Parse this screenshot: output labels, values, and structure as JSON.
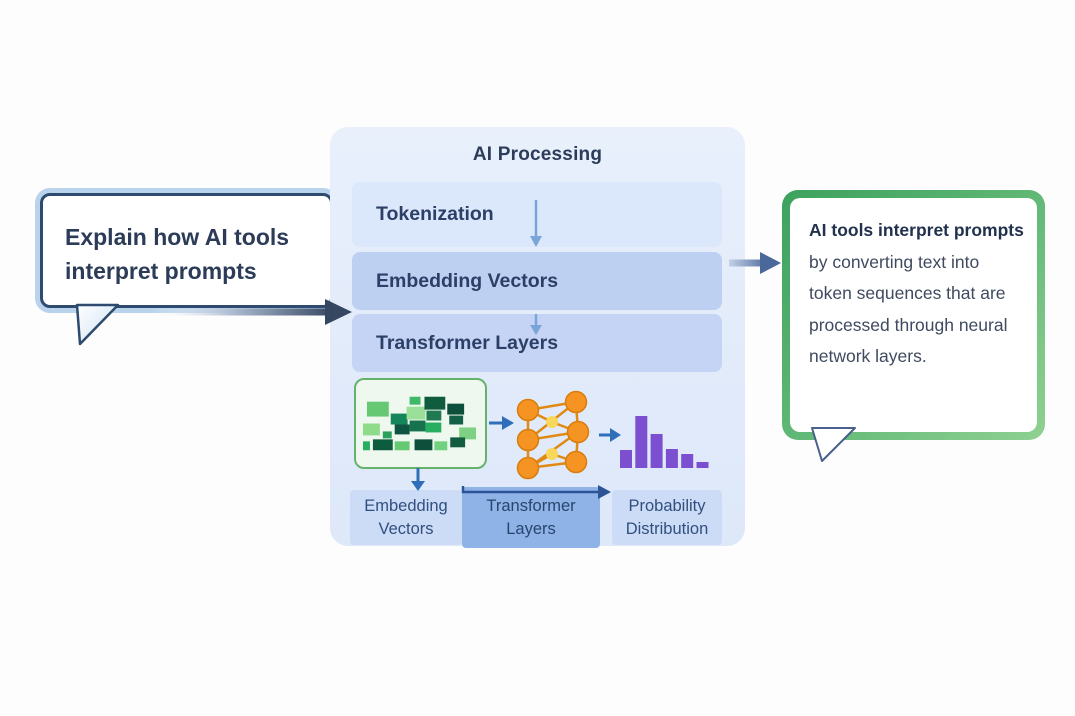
{
  "canvas": {
    "bg": "#fdfdfe"
  },
  "prompt_bubble": {
    "text": "Explain how AI tools interpret prompts"
  },
  "ai_panel": {
    "title": "AI Processing",
    "stages": [
      {
        "label": "Tokenization"
      },
      {
        "label": "Embedding Vectors"
      },
      {
        "label": "Transformer Layers"
      }
    ],
    "outputs": [
      {
        "label": "Embedding Vectors"
      },
      {
        "label": "Transformer Layers"
      },
      {
        "label": "Probability Distribution"
      }
    ]
  },
  "response_bubble": {
    "bold_text": "AI tools interpret prompts",
    "regular_text": " by converting text into token sequences that are processed through neural network layers."
  },
  "icons": {
    "embedding_matrix": {
      "bg": "#eef8ee",
      "border": "#65b26c",
      "cells": [
        [
          4,
          10,
          22,
          15,
          "#66c873"
        ],
        [
          0,
          32,
          17,
          12,
          "#8edc8a"
        ],
        [
          20,
          40,
          9,
          7,
          "#2aa05c"
        ],
        [
          10,
          48,
          20,
          11,
          "#0d5c3e"
        ],
        [
          32,
          50,
          15,
          9,
          "#66c873"
        ],
        [
          28,
          22,
          17,
          11,
          "#14865a"
        ],
        [
          32,
          33,
          15,
          10,
          "#0f5440"
        ],
        [
          44,
          15,
          19,
          13,
          "#9be09a"
        ],
        [
          47,
          29,
          16,
          11,
          "#17734e"
        ],
        [
          52,
          48,
          18,
          11,
          "#0d4f3b"
        ],
        [
          62,
          5,
          21,
          13,
          "#0f5c3e"
        ],
        [
          64,
          19,
          15,
          10,
          "#1f7a52"
        ],
        [
          63,
          31,
          16,
          10,
          "#27ae60"
        ],
        [
          72,
          50,
          13,
          9,
          "#72d17e"
        ],
        [
          85,
          12,
          17,
          11,
          "#0d4f3b"
        ],
        [
          87,
          24,
          14,
          9,
          "#146046"
        ],
        [
          97,
          36,
          17,
          12,
          "#7ed183"
        ],
        [
          88,
          46,
          15,
          10,
          "#145c40"
        ],
        [
          47,
          5,
          11,
          8,
          "#40b86a"
        ],
        [
          0,
          50,
          7,
          9,
          "#27ae60"
        ]
      ]
    },
    "neural_network": {
      "node_color": "#f59422",
      "node_stroke": "#d97d0c",
      "hidden_node_color": "#f8d75a",
      "edge_color": "#e08a14",
      "nodes": [
        [
          16,
          28,
          10.5,
          "main"
        ],
        [
          16,
          58,
          10.5,
          "main"
        ],
        [
          16,
          86,
          10.5,
          "main"
        ],
        [
          64,
          20,
          10.5,
          "main"
        ],
        [
          66,
          50,
          10.5,
          "main"
        ],
        [
          64,
          80,
          10.5,
          "main"
        ],
        [
          40,
          40,
          6,
          "hidden"
        ],
        [
          40,
          72,
          6,
          "hidden"
        ]
      ],
      "edges": [
        [
          0,
          3
        ],
        [
          1,
          3
        ],
        [
          1,
          4
        ],
        [
          2,
          4
        ],
        [
          2,
          5
        ],
        [
          0,
          6
        ],
        [
          6,
          4
        ],
        [
          2,
          7
        ],
        [
          7,
          5
        ],
        [
          0,
          1
        ],
        [
          1,
          2
        ],
        [
          3,
          4
        ],
        [
          4,
          5
        ]
      ]
    },
    "probability_bars": {
      "color": "#7b4fd0",
      "heights": [
        18,
        52,
        34,
        19,
        14,
        6
      ]
    }
  },
  "accent_colors": {
    "panel_bg": "#e4edfb",
    "stage_light": "#dbe7fa",
    "stage_medium": "#bed0f1",
    "output_highlight": "#8fb3e7",
    "navy_arrow": "#364762",
    "blue_arrow": "#2f6fba",
    "green_border": "#3da15e"
  }
}
